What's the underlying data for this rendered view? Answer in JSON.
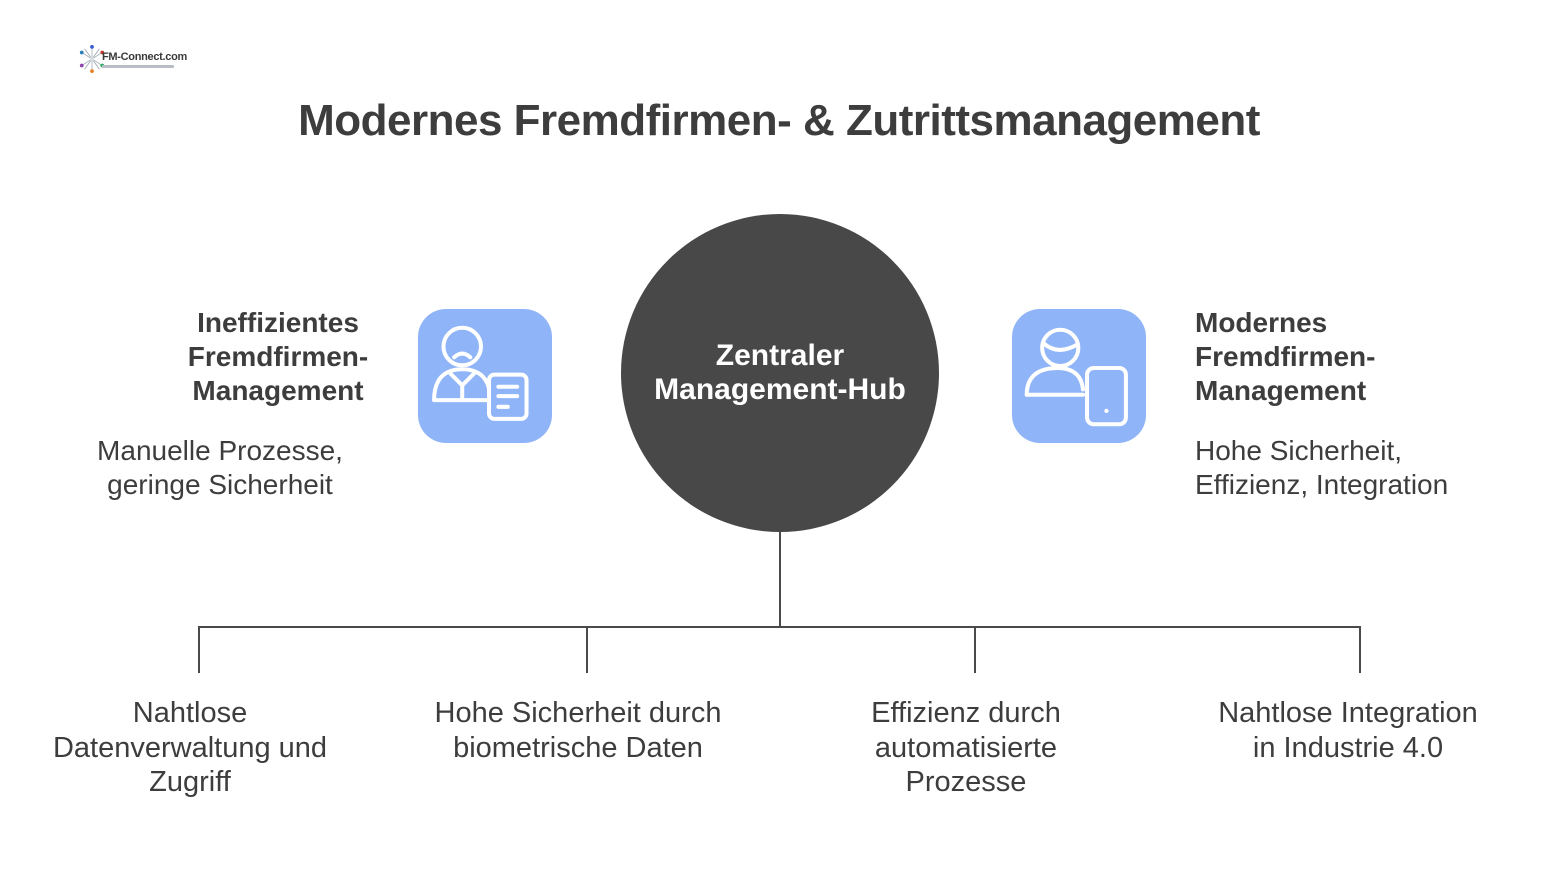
{
  "logo": {
    "text": "FM-Connect.com"
  },
  "title": "Modernes Fremdfirmen- & Zutrittsmanagement",
  "hub": {
    "line1": "Zentraler",
    "line2": "Management-Hub"
  },
  "left_panel": {
    "icon": "unhappy-person-document-icon",
    "heading_lines": {
      "0": "Ineffizientes",
      "1": "Fremdfirmen-",
      "2": "Management"
    },
    "subtext_lines": {
      "0": "Manuelle Prozesse,",
      "1": "geringe Sicherheit"
    }
  },
  "right_panel": {
    "icon": "person-tablet-icon",
    "heading_lines": {
      "0": "Modernes",
      "1": "Fremdfirmen-",
      "2": "Management"
    },
    "subtext_lines": {
      "0": "Hohe Sicherheit,",
      "1": "Effizienz, Integration"
    }
  },
  "branches": {
    "0": {
      "lines": {
        "0": "Nahtlose",
        "1": "Datenverwaltung und",
        "2": "Zugriff"
      }
    },
    "1": {
      "lines": {
        "0": "Hohe Sicherheit durch",
        "1": "biometrische Daten"
      }
    },
    "2": {
      "lines": {
        "0": "Effizienz durch",
        "1": "automatisierte",
        "2": "Prozesse"
      }
    },
    "3": {
      "lines": {
        "0": "Nahtlose Integration",
        "1": "in Industrie 4.0"
      }
    }
  },
  "colors": {
    "accent_blue": "#90b4f8",
    "hub_gray": "#484848",
    "text_dark": "#3d3d3d",
    "line_gray": "#4a4a4a"
  }
}
